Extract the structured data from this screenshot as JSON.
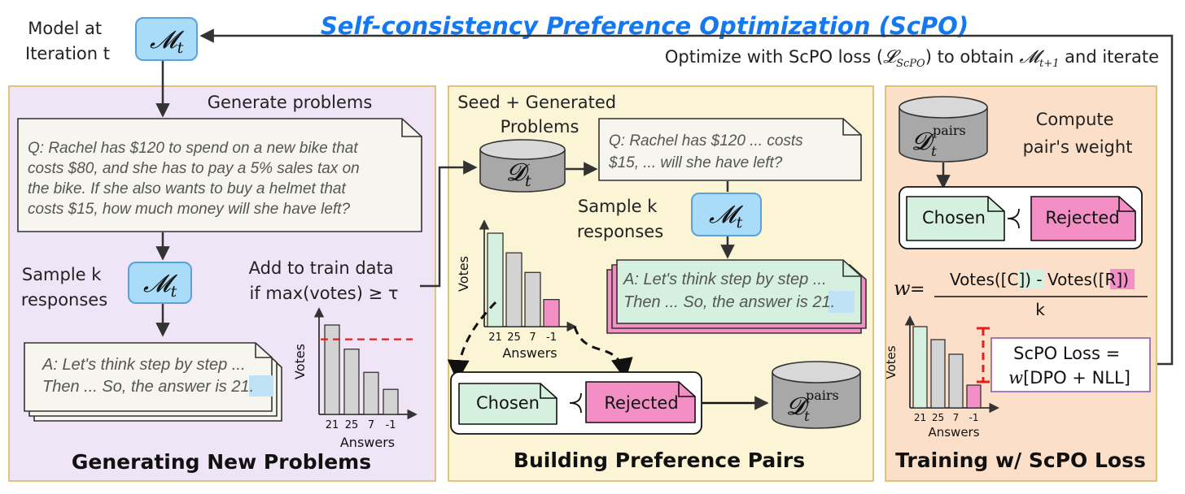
{
  "title": "Self-consistency Preference Optimization (ScPO)",
  "model_label": [
    "Model at",
    "Iteration t"
  ],
  "model_symbol": "𝓜",
  "model_sub": "t",
  "optimize_text": {
    "prefix": "Optimize with ScPO loss (",
    "loss_symbol": "𝓛",
    "loss_sub": "ScPO",
    "middle": ") to obtain ",
    "next_sub": "t+1",
    "suffix": " and iterate"
  },
  "panels": {
    "generate": {
      "title": "Generating New Problems",
      "step_generate": "Generate problems",
      "question_lines": [
        "Q: Rachel has $120 to spend on a new bike that",
        "costs $80, and she has to pay a 5% sales tax on",
        "the bike. If she also wants to buy a helmet that",
        "costs $15, how much money will she have left?"
      ],
      "sample_label": [
        "Sample k",
        "responses"
      ],
      "add_label": [
        "Add to train data",
        "if max(votes) ≥ τ"
      ],
      "answer_lines": [
        "A: Let's think step by step ...",
        "Then ... So, the answer is "
      ],
      "answer_value": "21",
      "answer_end": "."
    },
    "build": {
      "title": "Building Preference Pairs",
      "seed_label": [
        "Seed + Generated",
        "Problems"
      ],
      "dataset_symbol": "𝓓",
      "dataset_sub": "t",
      "question_lines": [
        "Q: Rachel has $120 ... costs",
        "$15, ...  will she have left?"
      ],
      "sample_label": [
        "Sample k",
        "responses"
      ],
      "answer_lines": [
        "A: Let's think step by step ...",
        "Then ... So, the answer is "
      ],
      "answer_value": "21",
      "answer_end": ".",
      "chosen": "Chosen",
      "rejected": "Rejected",
      "pairs_symbol": "𝓓",
      "pairs_sup": "pairs",
      "pairs_sub": "t"
    },
    "train": {
      "title": "Training w/ ScPO Loss",
      "pairs_symbol": "𝓓",
      "pairs_sup": "pairs",
      "pairs_sub": "t",
      "compute_label": [
        "Compute",
        "pair's weight"
      ],
      "chosen": "Chosen",
      "rejected": "Rejected",
      "weight_var": "w",
      "weight_num": [
        "Votes(",
        "[C]",
        ") - Votes(",
        "[R]",
        ")"
      ],
      "weight_den": "k",
      "loss_box": [
        "ScPO Loss =",
        "[DPO + NLL]"
      ]
    }
  },
  "chart_data": [
    {
      "type": "bar",
      "ylabel": "Votes",
      "xlabel": "Answers",
      "categories": [
        "21",
        "25",
        "7",
        "-1"
      ],
      "values": [
        10,
        7.3,
        4.7,
        2.8
      ],
      "threshold": 8.4,
      "colors": [
        "#d3d3d3",
        "#d3d3d3",
        "#d3d3d3",
        "#d3d3d3"
      ]
    },
    {
      "type": "bar",
      "ylabel": "Votes",
      "xlabel": "Answers",
      "categories": [
        "21",
        "25",
        "7",
        "-1"
      ],
      "values": [
        10,
        7.9,
        5.8,
        2.9
      ],
      "colors": [
        "#d5f0de",
        "#d3d3d3",
        "#d3d3d3",
        "#f48fc5"
      ]
    },
    {
      "type": "bar",
      "ylabel": "Votes",
      "xlabel": "Answers",
      "categories": [
        "21",
        "25",
        "7",
        "-1"
      ],
      "values": [
        10,
        8.4,
        6.6,
        2.8
      ],
      "colors": [
        "#d5f0de",
        "#d3d3d3",
        "#d3d3d3",
        "#f48fc5"
      ]
    }
  ],
  "colors": {
    "title_blue": "#1478f0",
    "model_box": "#a9dcf8",
    "panel1_bg": "#f0e4f7",
    "panel2_bg": "#fbf5d6",
    "panel3_bg": "#fbdfc8",
    "chosen": "#d5f0de",
    "rejected": "#f48fc5",
    "threshold": "#e02020",
    "note_bg": "#f6f5ee"
  }
}
